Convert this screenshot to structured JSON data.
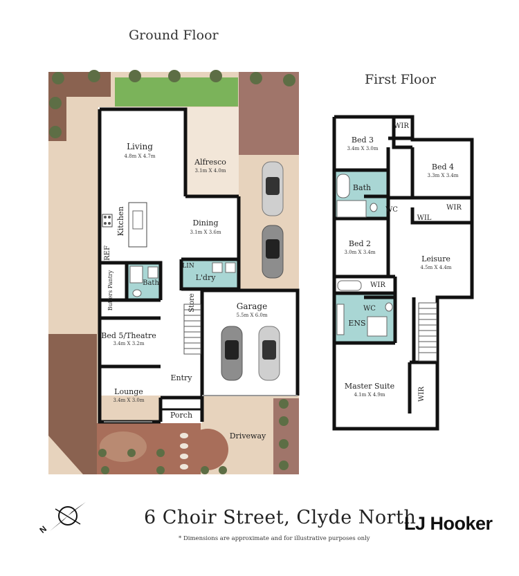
{
  "titles": {
    "ground_floor": "Ground Floor",
    "first_floor": "First Floor"
  },
  "ground_rooms": {
    "living": {
      "name": "Living",
      "dim": "4.8m X 4.7m"
    },
    "alfresco": {
      "name": "Alfresco",
      "dim": "3.1m X 4.0m"
    },
    "kitchen": {
      "name": "Kitchen"
    },
    "dining": {
      "name": "Dining",
      "dim": "3.1m X 3.6m"
    },
    "ref": {
      "name": "REF"
    },
    "lin": {
      "name": "LIN"
    },
    "ldry": {
      "name": "L'dry"
    },
    "butlers_pantry": {
      "name": "Butlers Pantry"
    },
    "bath": {
      "name": "Bath"
    },
    "store": {
      "name": "Store"
    },
    "garage": {
      "name": "Garage",
      "dim": "5.5m X 6.0m"
    },
    "bed5": {
      "name": "Bed 5/Theatre",
      "dim": "3.4m X 3.2m"
    },
    "entry": {
      "name": "Entry"
    },
    "lounge": {
      "name": "Lounge",
      "dim": "3.4m X 3.0m"
    },
    "porch": {
      "name": "Porch"
    },
    "driveway": {
      "name": "Driveway"
    }
  },
  "first_rooms": {
    "bed3": {
      "name": "Bed 3",
      "dim": "3.4m X 3.0m"
    },
    "wir_bed3": {
      "name": "WIR"
    },
    "bed4": {
      "name": "Bed 4",
      "dim": "3.3m X 3.4m"
    },
    "bath": {
      "name": "Bath"
    },
    "wc_upper": {
      "name": "WC"
    },
    "wir_bed4": {
      "name": "WIR"
    },
    "wil": {
      "name": "WIL"
    },
    "bed2": {
      "name": "Bed 2",
      "dim": "3.0m X 3.4m"
    },
    "leisure": {
      "name": "Leisure",
      "dim": "4.5m X 4.4m"
    },
    "wir_bed2": {
      "name": "WIR"
    },
    "wc_ens": {
      "name": "WC"
    },
    "ens": {
      "name": "ENS"
    },
    "master": {
      "name": "Master Suite",
      "dim": "4.1m X 4.9m"
    },
    "wir_master": {
      "name": "WIR"
    }
  },
  "footer": {
    "address": "6 Choir Street, Clyde North",
    "disclaimer": "* Dimensions are approximate and for illustrative purposes only",
    "brand": "LJ Hooker",
    "compass_letter": "N"
  },
  "colors": {
    "wall": "#111111",
    "lawn": "#7bb35a",
    "paving": "#e7d3bd",
    "brown_garden": "#8a6250",
    "wet_area": "#a9d6d4",
    "floor": "#ffffff"
  },
  "icons": [
    "tree-icon",
    "car-icon",
    "compass-icon",
    "bathtub-icon",
    "toilet-icon",
    "sink-icon",
    "shower-icon",
    "cooktop-icon",
    "stairs-icon"
  ]
}
